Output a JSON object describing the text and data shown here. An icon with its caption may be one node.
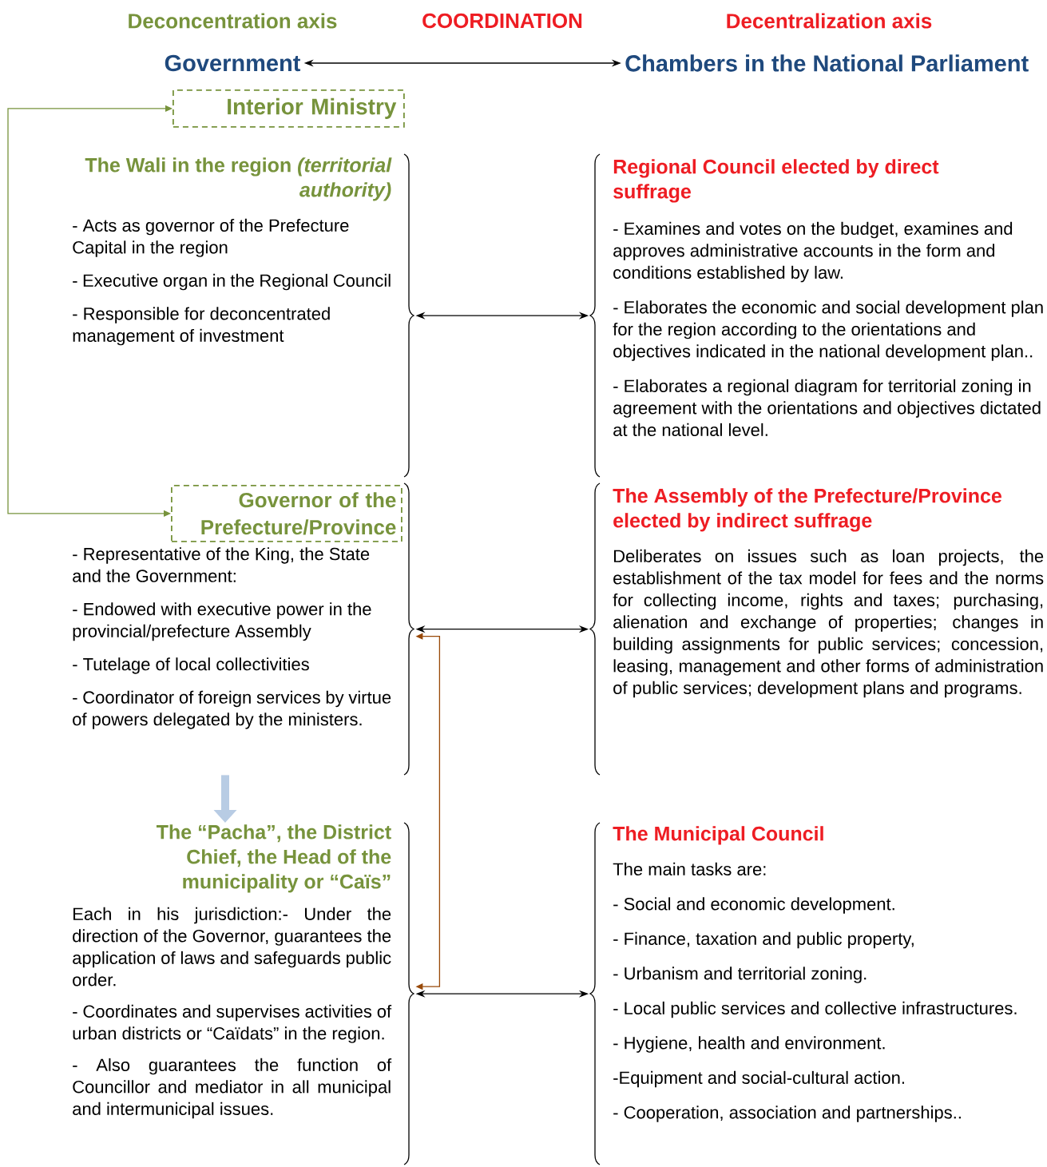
{
  "diagram": {
    "nodes": [
      {
        "text": [
          "Government"
        ]
      },
      {
        "text": [
          "Chambers in the National Parliament"
        ]
      },
      {
        "text": [
          "Interior Ministry"
        ]
      },
      {
        "text": [
          "The Wali in the region *(territorial authority)*",
          "- Acts as governor of the Prefecture Capital in the region",
          "- Executive organ in the Regional Council",
          "- Responsible for deconcentrated management of investment"
        ]
      },
      {
        "text": [
          "Regional Council elected by direct suffrage",
          "- Examines and votes on the budget, examines and approves administrative accounts in the form and conditions established by law.",
          "- Elaborates the economic and social development plan for the region according to the orientations and objectives indicated in the national development plan..",
          "- Elaborates a regional diagram for territorial zoning in agreement with the orientations and objectives dictated at the national level."
        ]
      },
      {
        "text": [
          "- Representative of the King, the State and the Government:",
          "- Endowed with executive power in the provincial/prefecture Assembly",
          "- Tutelage of local collectivities",
          "- Coordinator of foreign services by virtue of powers delegated by the ministers."
        ]
      },
      {
        "text": [
          "Governor of the Prefecture/Province"
        ],
        "in": 5
      },
      {
        "text": [
          "The Assembly of the Prefecture/Province elected by indirect suffrage",
          "Deliberates on issues such as loan projects, the establishment of the tax model for fees and the norms for collecting income, rights and taxes; purchasing, alienation and exchange of properties; changes in building assignments for public services; concession, leasing, management and other forms of administration of public services; development plans and programs."
        ]
      },
      {
        "text": [
          "The “Pacha”, the District Chief, the Head of the municipality or “Caïs”",
          "Each in his jurisdiction:- Under the direction of the Governor, guarantees the application of laws and safeguards public order.",
          "- Coordinates and supervises activities of urban districts or “Caïdats” in the region.",
          "- Also guarantees the function of Councillor and mediator in all municipal and intermunicipal issues."
        ]
      },
      {
        "text": [
          "The Municipal Council",
          "The main tasks are:",
          "- Social and economic development.",
          "- Finance, taxation and public property,",
          "- Urbanism and territorial zoning.",
          "- Local public services and collective infrastructures.",
          "- Hygiene, health and environment.",
          "-Equipment and social-cultural action.",
          "- Cooperation, association and partnerships.."
        ]
      }
    ],
    "edges": [
      {
        "from": 0,
        "to": 1,
        "arrow": "both"
      },
      {
        "from": 2,
        "to": 6,
        "arrow": "both",
        "color": "#77933c"
      },
      {
        "from": 3,
        "to": 4,
        "arrow": "both"
      },
      {
        "from": 5,
        "to": 7,
        "arrow": "both"
      },
      {
        "from": 8,
        "to": 9,
        "arrow": "both"
      },
      {
        "from": 5,
        "to": 8,
        "arrow": "both",
        "color": "#984807"
      },
      {
        "from": 5,
        "to": 8,
        "arrow": "to",
        "style": "thick",
        "color": "#b8cce4"
      }
    ],
    "labels": [
      "Deconcentration axis",
      "COORDINATION",
      "Decentralization axis"
    ]
  }
}
